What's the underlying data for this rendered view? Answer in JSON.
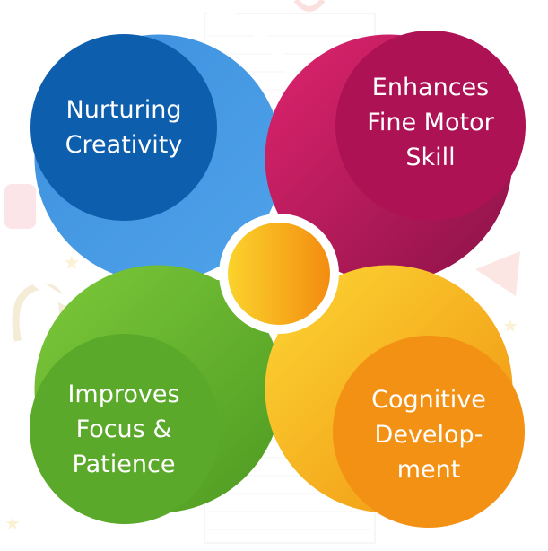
{
  "petals": [
    {
      "id": "nurturing-creativity",
      "lines": [
        "Nurturing",
        "Creativity"
      ],
      "color": "#1f6fc4"
    },
    {
      "id": "enhances-fine-motor-skill",
      "lines": [
        "Enhances",
        "Fine Motor",
        "Skill"
      ],
      "color": "#c2175b"
    },
    {
      "id": "improves-focus-patience",
      "lines": [
        "Improves",
        "Focus &",
        "Patience"
      ],
      "color": "#5fb12a"
    },
    {
      "id": "cognitive-development",
      "lines": [
        "Cognitive",
        "Develop-",
        "ment"
      ],
      "color": "#f29a12"
    }
  ]
}
